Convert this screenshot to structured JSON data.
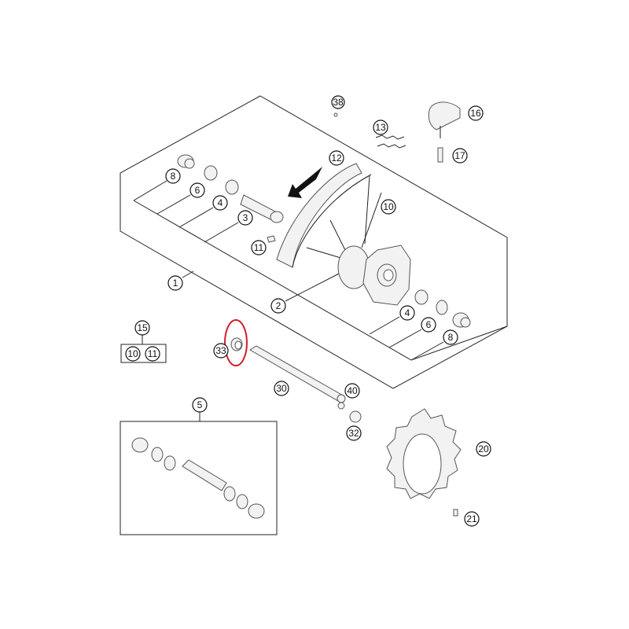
{
  "diagram": {
    "labels": {
      "p38": "38",
      "p16": "16",
      "p13": "13",
      "p17": "17",
      "p12": "12",
      "p8a": "8",
      "p6a": "6",
      "p4a": "4",
      "p3": "3",
      "p10": "10",
      "p11": "11",
      "p1": "1",
      "p2": "2",
      "p4b": "4",
      "p6b": "6",
      "p8b": "8",
      "p15": "15",
      "p15_10": "10",
      "p15_11": "11",
      "p33": "33",
      "p30": "30",
      "p40": "40",
      "p5": "5",
      "p32": "32",
      "p20": "20",
      "p21": "21"
    },
    "highlight_color": "#d0202a"
  }
}
